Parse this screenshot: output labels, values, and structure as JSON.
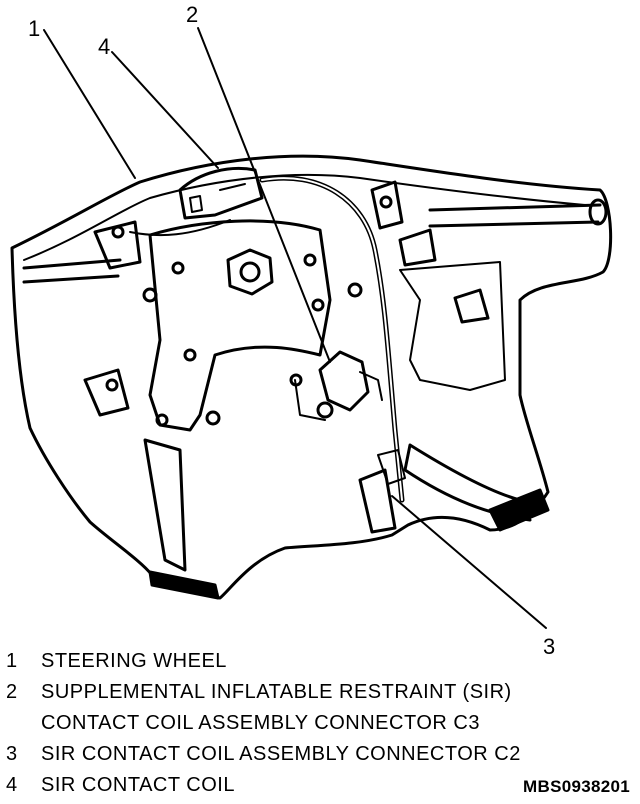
{
  "callouts": [
    {
      "id": "c1",
      "label": "1"
    },
    {
      "id": "c2",
      "label": "2"
    },
    {
      "id": "c3",
      "label": "3"
    },
    {
      "id": "c4",
      "label": "4"
    }
  ],
  "legend": [
    {
      "num": "1",
      "lines": [
        "STEERING WHEEL"
      ]
    },
    {
      "num": "2",
      "lines": [
        "SUPPLEMENTAL INFLATABLE RESTRAINT (SIR)",
        "CONTACT COIL ASSEMBLY CONNECTOR C3"
      ]
    },
    {
      "num": "3",
      "lines": [
        "SIR CONTACT COIL ASSEMBLY CONNECTOR C2"
      ]
    },
    {
      "num": "4",
      "lines": [
        "SIR CONTACT COIL"
      ]
    }
  ],
  "figure_code": "MBS0938201"
}
